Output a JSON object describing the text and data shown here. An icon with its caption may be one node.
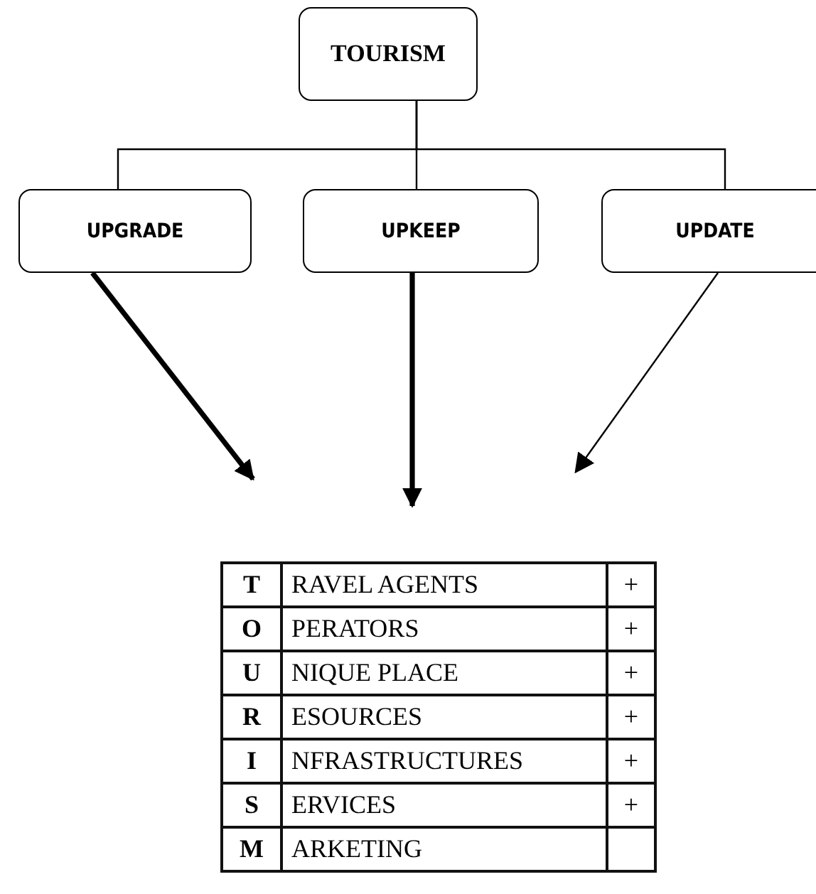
{
  "diagram": {
    "nodes": [
      {
        "text": [
          "TOURISM"
        ]
      },
      {
        "text": [
          "UPGRADE"
        ]
      },
      {
        "text": [
          "UPKEEP"
        ]
      },
      {
        "text": [
          "UPDATE"
        ]
      }
    ],
    "edges": [
      {
        "from": 0,
        "to": 1,
        "arrow": "none"
      },
      {
        "from": 0,
        "to": 2,
        "arrow": "none"
      },
      {
        "from": 0,
        "to": 3,
        "arrow": "none"
      },
      {
        "from": 1,
        "to": null,
        "arrow": "to",
        "style": "thick"
      },
      {
        "from": 2,
        "to": null,
        "arrow": "to",
        "style": "thick"
      },
      {
        "from": 3,
        "to": null,
        "arrow": "to"
      }
    ],
    "labels": [
      "T",
      "RAVEL AGENTS",
      "+",
      "O",
      "PERATORS",
      "+",
      "U",
      "NIQUE PLACE",
      "+",
      "R",
      "ESOURCES",
      "+",
      "I",
      "NFRASTRUCTURES",
      "+",
      "S",
      "ERVICES",
      "+",
      "M",
      "ARKETING"
    ]
  }
}
